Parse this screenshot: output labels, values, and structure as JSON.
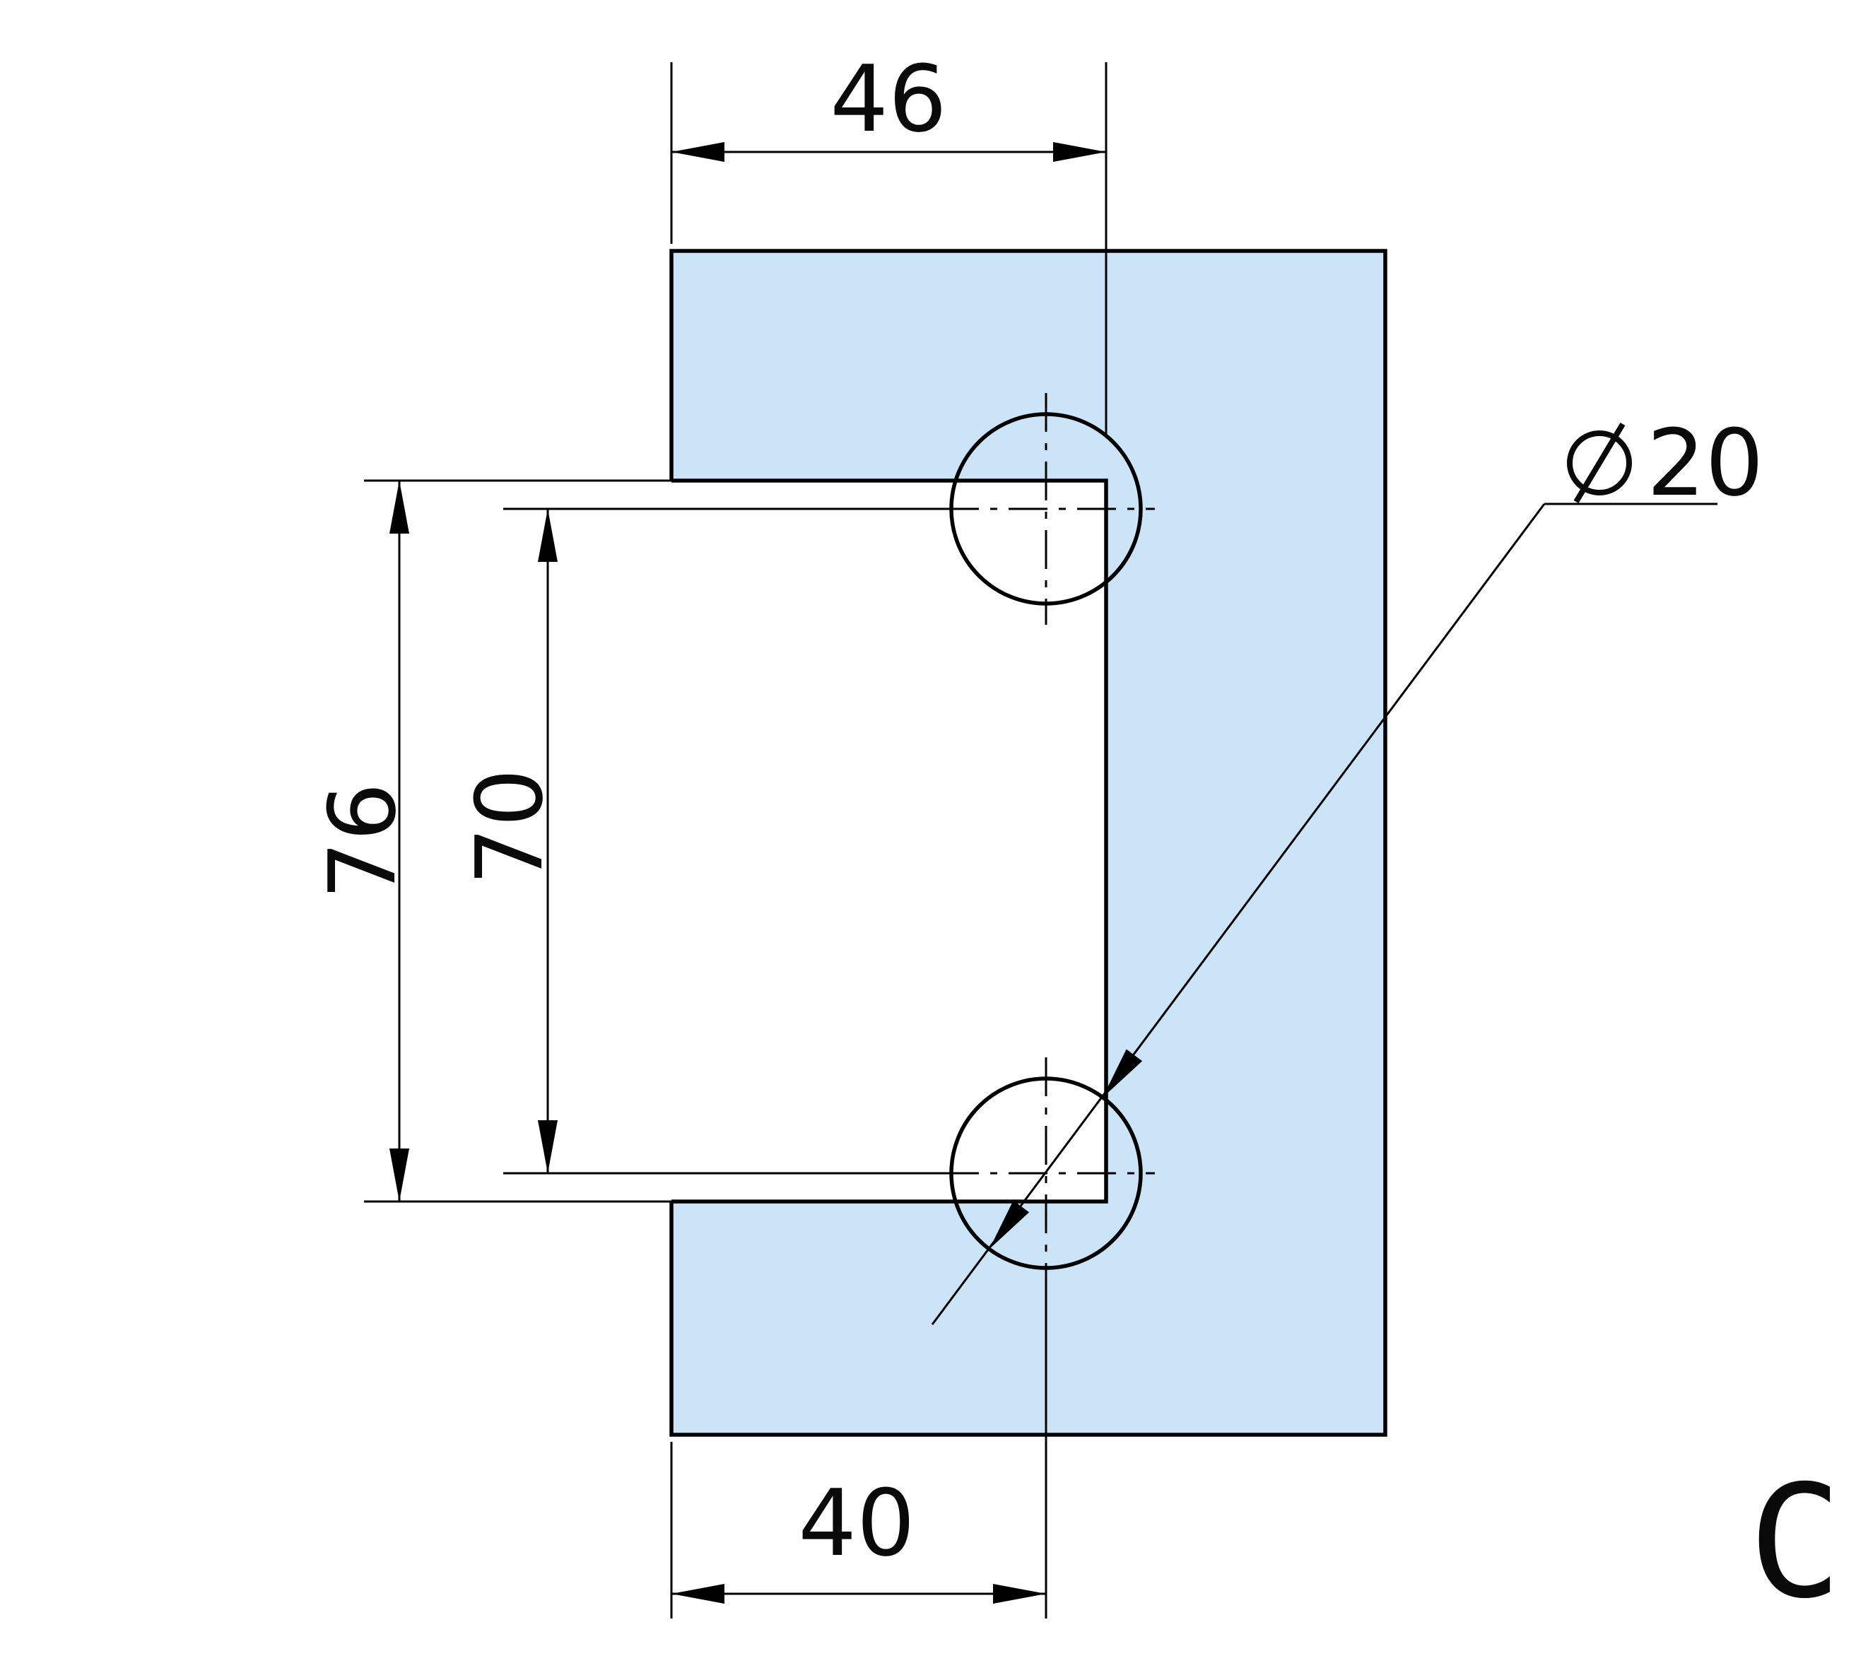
{
  "dimensions": {
    "top_width": "46",
    "notch_height": "76",
    "hole_spacing": "70",
    "hole_offset_bottom": "40",
    "hole_diameter": "20"
  },
  "labels": {
    "view": "C"
  },
  "colors": {
    "glass_fill": "#cce4f7",
    "line": "#000000"
  }
}
